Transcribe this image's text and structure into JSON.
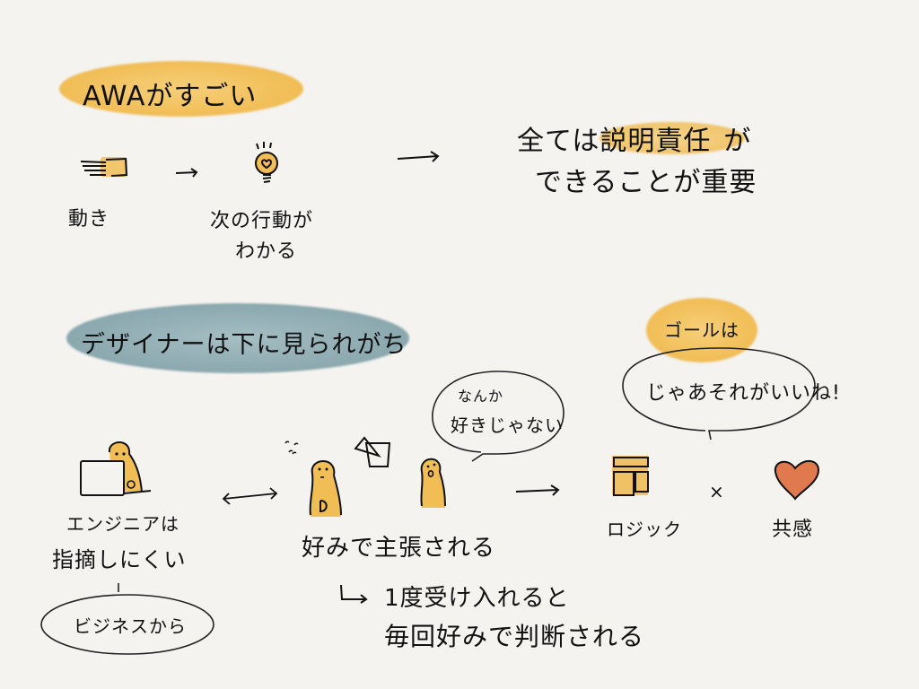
{
  "canvas": {
    "background": "#f4f3f0"
  },
  "colors": {
    "accent_orange": "#f1bd55",
    "accent_teal": "#8aa8ae",
    "heart": "#e07a4e",
    "ink": "#141414"
  },
  "section1": {
    "title": "AWAがすごい",
    "step1": {
      "icon": "motion-icon",
      "label": "動き"
    },
    "step2": {
      "icon": "lightbulb-icon",
      "label_line1": "次の行動が",
      "label_line2": "わかる"
    },
    "conclusion": {
      "line1_prefix": "全ては",
      "line1_highlight": "説明責任",
      "line1_suffix": "が",
      "line2": "できることが重要"
    }
  },
  "section2": {
    "title": "デザイナーは下に見られがち",
    "engineer": {
      "label_line1": "エンジニアは",
      "label_line2": "指摘しにくい",
      "note": "ビジネスから"
    },
    "designer": {
      "speech": {
        "line1": "なんか",
        "line2": "好きじゃない"
      },
      "label": "好みで主張される",
      "followup_line1": "1度受け入れると",
      "followup_line2": "毎回好みで判断される"
    },
    "goal": {
      "badge": "ゴールは",
      "speech": "じゃあそれがいいね!",
      "logic": {
        "icon": "layout-icon",
        "label": "ロジック"
      },
      "times": "×",
      "empathy": {
        "icon": "heart-icon",
        "label": "共感"
      }
    }
  }
}
